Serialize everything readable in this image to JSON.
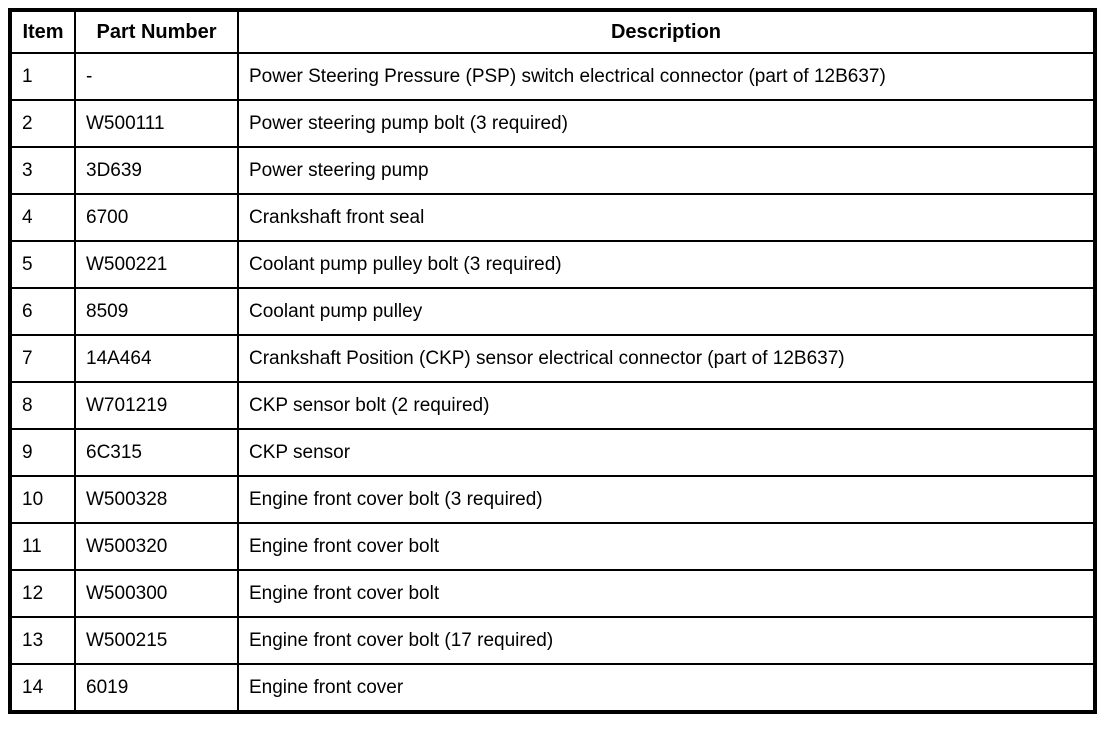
{
  "table": {
    "headers": [
      "Item",
      "Part Number",
      "Description"
    ],
    "rows": [
      [
        "1",
        "-",
        "Power Steering Pressure (PSP) switch electrical connector (part of 12B637)"
      ],
      [
        "2",
        "W500111",
        "Power steering pump bolt (3 required)"
      ],
      [
        "3",
        "3D639",
        "Power steering pump"
      ],
      [
        "4",
        "6700",
        "Crankshaft front seal"
      ],
      [
        "5",
        "W500221",
        "Coolant pump pulley bolt (3 required)"
      ],
      [
        "6",
        "8509",
        "Coolant pump pulley"
      ],
      [
        "7",
        "14A464",
        "Crankshaft Position (CKP) sensor electrical connector (part of 12B637)"
      ],
      [
        "8",
        "W701219",
        "CKP sensor bolt (2 required)"
      ],
      [
        "9",
        "6C315",
        "CKP sensor"
      ],
      [
        "10",
        "W500328",
        "Engine front cover bolt (3 required)"
      ],
      [
        "11",
        "W500320",
        "Engine front cover bolt"
      ],
      [
        "12",
        "W500300",
        "Engine front cover bolt"
      ],
      [
        "13",
        "W500215",
        "Engine front cover bolt (17 required)"
      ],
      [
        "14",
        "6019",
        "Engine front cover"
      ]
    ],
    "colors": {
      "border": "#000000",
      "text": "#000000",
      "background": "#ffffff"
    }
  }
}
